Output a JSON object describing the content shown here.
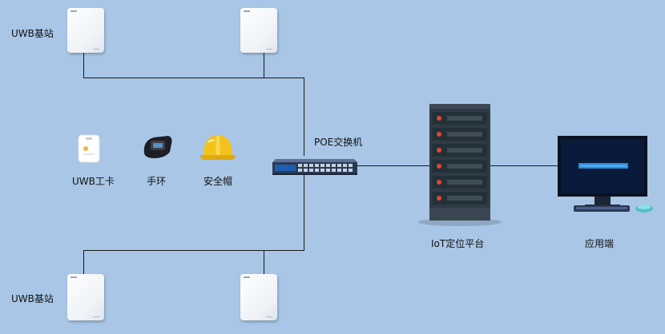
{
  "labels": {
    "uwb_station_top": "UWB基站",
    "uwb_station_bottom": "UWB基站",
    "uwb_card": "UWB工卡",
    "wristband": "手环",
    "helmet": "安全帽",
    "switch": "POE交换机",
    "iot_platform": "IoT定位平台",
    "app_client": "应用端"
  },
  "colors": {
    "background": "#a9c6e6",
    "line": "#1a1a1a",
    "server_body": "#2f3b44",
    "server_led": "#e0443a",
    "switch_body": "#2a3a55",
    "monitor_frame": "#0b1220",
    "monitor_screen": "#0a1a3a",
    "monitor_accent": "#2a8ad8",
    "helmet": "#f3c21b"
  },
  "icons": [
    "uwb-station-icon",
    "uwb-card-icon",
    "wristband-icon",
    "helmet-icon",
    "poe-switch-icon",
    "server-rack-icon",
    "monitor-icon",
    "keyboard-icon",
    "mouse-icon"
  ]
}
